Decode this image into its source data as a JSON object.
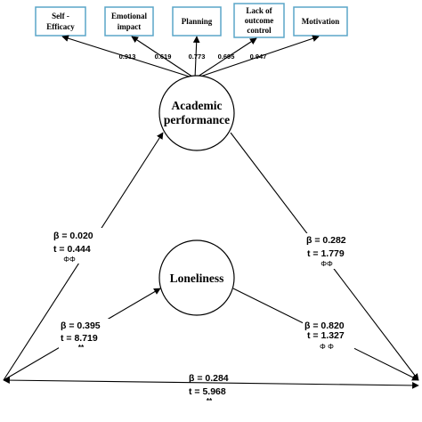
{
  "indicators": [
    {
      "id": "self-efficacy",
      "lines": [
        "Self -",
        "Efficacy"
      ],
      "loading": "0.913"
    },
    {
      "id": "emotional-impact",
      "lines": [
        "Emotional",
        "impact"
      ],
      "loading": "0.619"
    },
    {
      "id": "planning",
      "lines": [
        "Planning"
      ],
      "loading": "0.773"
    },
    {
      "id": "lack-of-outcome-control",
      "lines": [
        "Lack of",
        "outcome",
        "control"
      ],
      "loading": "0.695"
    },
    {
      "id": "motivation",
      "lines": [
        "Motivation"
      ],
      "loading": "0.947"
    }
  ],
  "constructs": {
    "academic_performance": {
      "line1": "Academic",
      "line2": "performance"
    },
    "loneliness": {
      "label": "Loneliness"
    }
  },
  "paths": {
    "left_lower_to_academic": {
      "beta": "β =   0.020",
      "t": "t = 0.444",
      "sig": "ΦΦ"
    },
    "academic_to_right_lower": {
      "beta": "β = 0.282",
      "t": "t = 1.779",
      "sig": "ΦΦ"
    },
    "left_lower_to_loneliness": {
      "beta": "β =   0.395",
      "t": "t = 8.719",
      "sig": "**"
    },
    "loneliness_to_right_lower": {
      "beta": "β =   0.820",
      "t": "t = 1.327",
      "sig": "Φ Φ"
    },
    "left_lower_to_right_lower": {
      "beta": "β =  0.284",
      "t": "t = 5.968",
      "sig": "**"
    }
  }
}
